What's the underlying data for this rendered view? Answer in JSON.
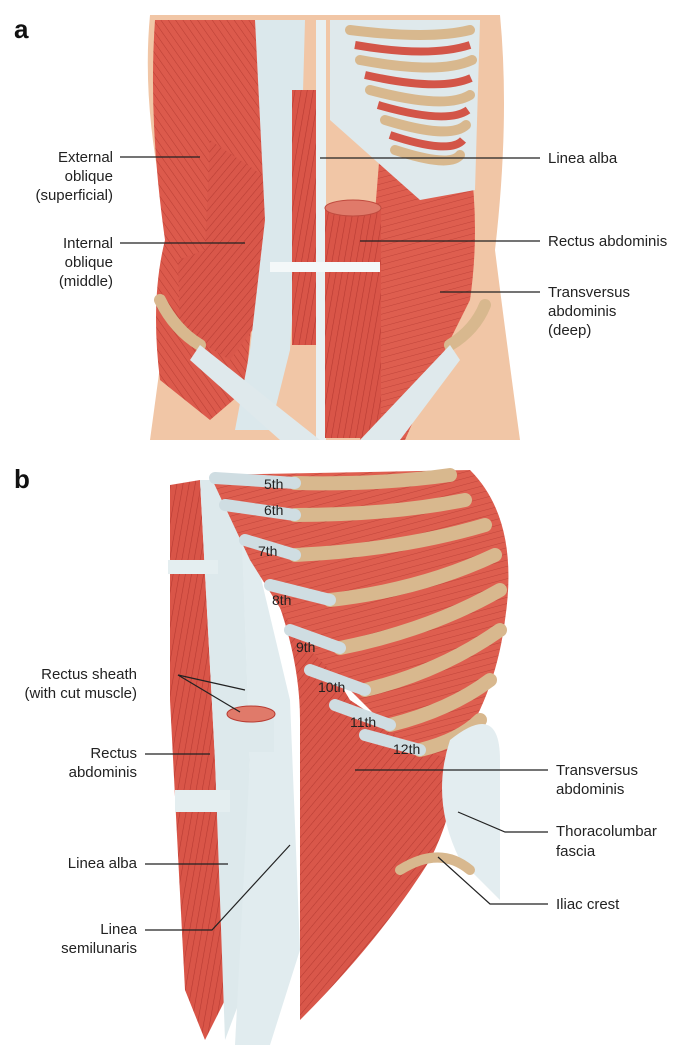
{
  "panels": {
    "a": {
      "letter": "a",
      "labels": {
        "external_oblique": [
          "External",
          "oblique",
          "(superficial)"
        ],
        "internal_oblique": [
          "Internal",
          "oblique",
          "(middle)"
        ],
        "linea_alba": [
          "Linea alba"
        ],
        "rectus_abdominis": [
          "Rectus abdominis"
        ],
        "transversus_abdominis": [
          "Transversus",
          "abdominis",
          "(deep)"
        ]
      }
    },
    "b": {
      "letter": "b",
      "ribs": [
        "5th",
        "6th",
        "7th",
        "8th",
        "9th",
        "10th",
        "11th",
        "12th"
      ],
      "labels": {
        "rectus_sheath": [
          "Rectus sheath",
          "(with cut muscle)"
        ],
        "rectus_abdominis": [
          "Rectus",
          "abdominis"
        ],
        "linea_alba": [
          "Linea alba"
        ],
        "linea_semilunaris": [
          "Linea",
          "semilunaris"
        ],
        "transversus_abdominis": [
          "Transversus",
          "abdominis"
        ],
        "thoracolumbar_fascia": [
          "Thoracolumbar",
          "fascia"
        ],
        "iliac_crest": [
          "Iliac crest"
        ]
      }
    }
  },
  "colors": {
    "muscle": "#d9574a",
    "muscle_dark": "#b83c33",
    "fascia": "#dce9ec",
    "bone": "#d9b98e",
    "skin": "#f2c7a8"
  }
}
